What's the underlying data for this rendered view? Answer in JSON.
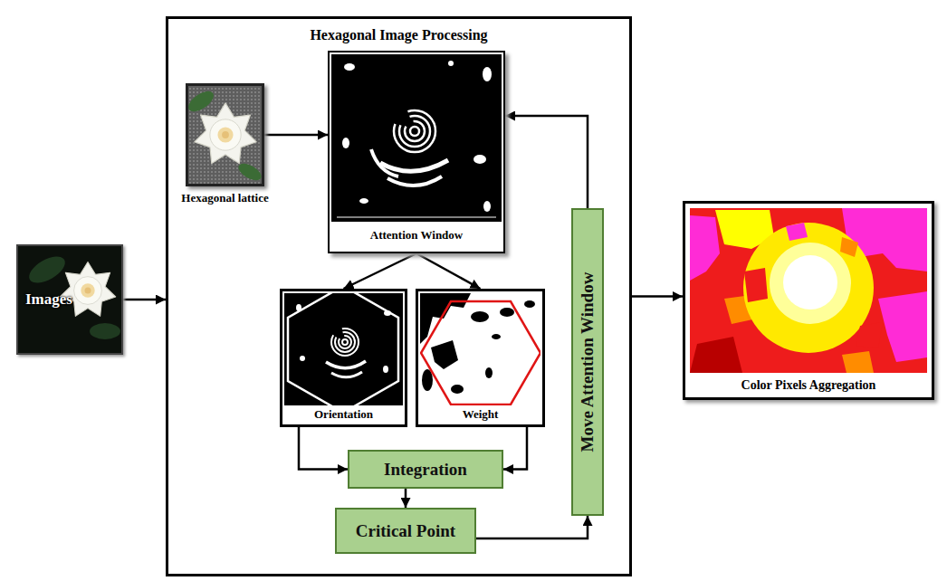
{
  "diagram": {
    "nodes": [
      {
        "text": [
          "Images"
        ]
      },
      {
        "text": [
          "Hexagonal Image Processing"
        ]
      },
      {
        "text": [
          "Hexagonal lattice"
        ],
        "in": 1
      },
      {
        "text": [
          "Attention Window"
        ],
        "in": 1
      },
      {
        "text": [
          "Orientation"
        ],
        "in": 1
      },
      {
        "text": [
          "Weight"
        ],
        "in": 1
      },
      {
        "text": [
          "Integration"
        ],
        "in": 1
      },
      {
        "text": [
          "Critical Point"
        ],
        "in": 1
      },
      {
        "text": [
          "Move Attention Window"
        ],
        "in": 1
      },
      {
        "text": [
          "Color Pixels Aggregation"
        ]
      }
    ],
    "edges": [
      {
        "from": 0,
        "to": 1,
        "arrow": "to"
      },
      {
        "from": 2,
        "to": 3,
        "arrow": "to"
      },
      {
        "from": 3,
        "to": 4,
        "arrow": "to"
      },
      {
        "from": 3,
        "to": 5,
        "arrow": "to"
      },
      {
        "from": 4,
        "to": 6,
        "arrow": "to"
      },
      {
        "from": 5,
        "to": 6,
        "arrow": "to"
      },
      {
        "from": 6,
        "to": 7,
        "arrow": "to"
      },
      {
        "from": 7,
        "to": 8,
        "arrow": "to"
      },
      {
        "from": 8,
        "to": 3,
        "arrow": "to"
      },
      {
        "from": 1,
        "to": 9,
        "arrow": "to"
      }
    ]
  }
}
